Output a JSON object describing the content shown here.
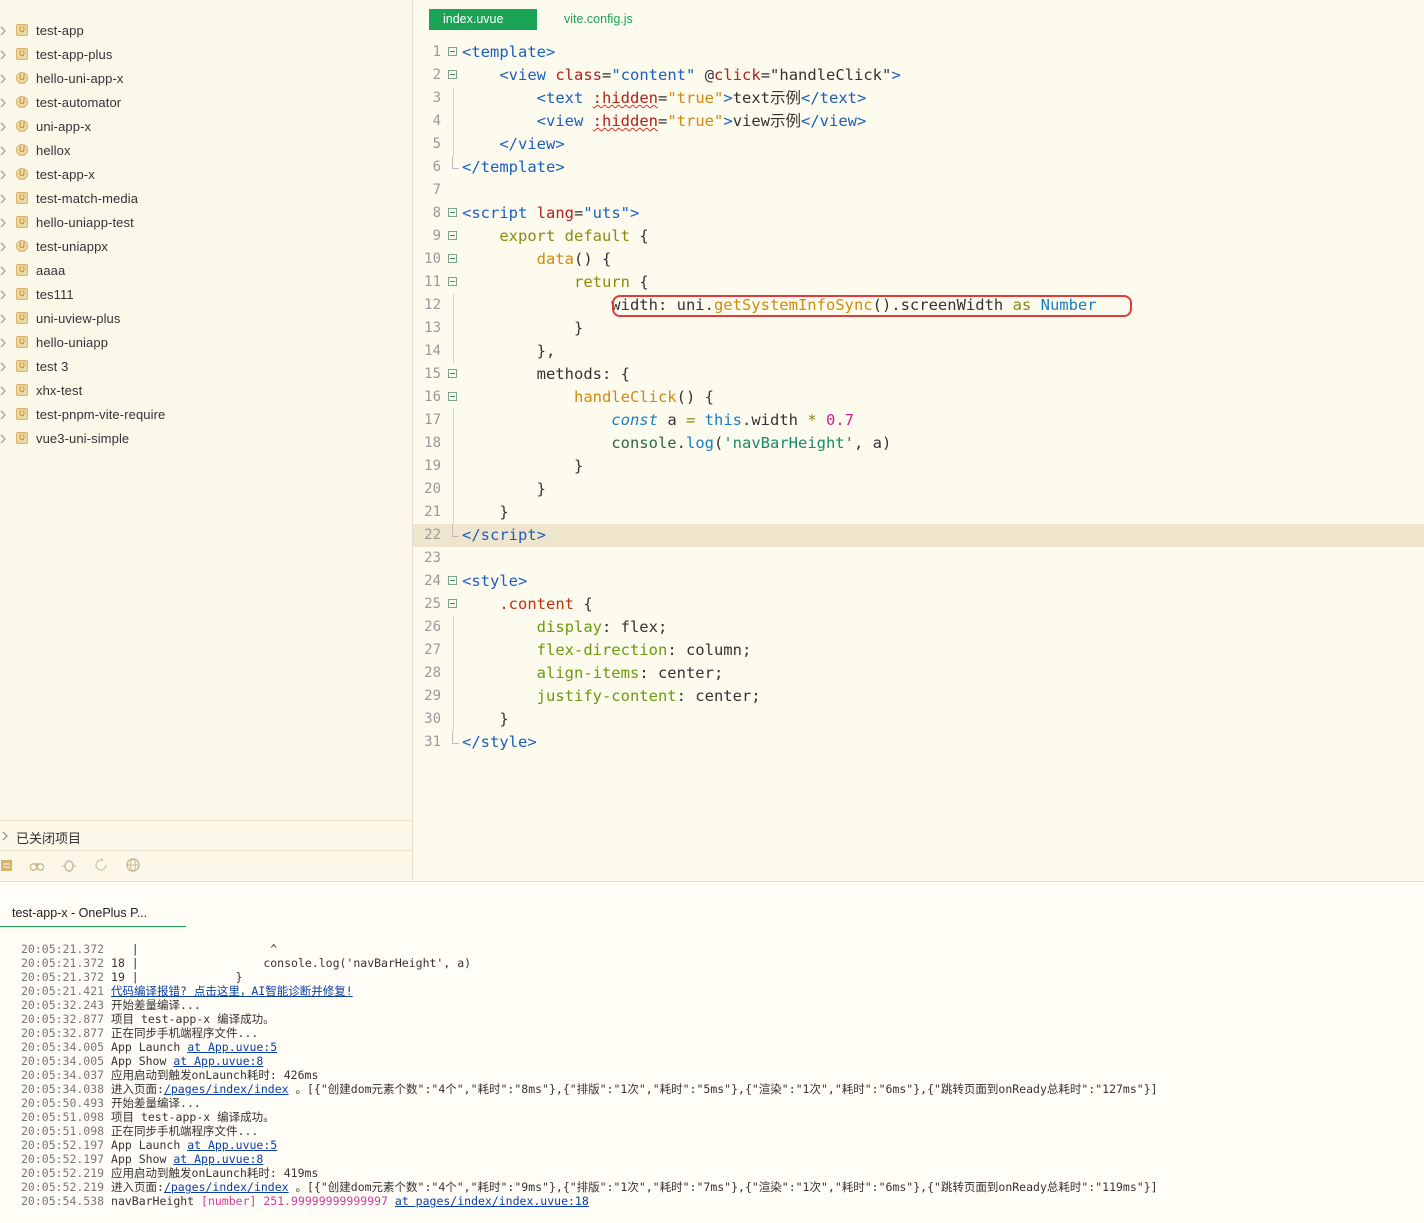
{
  "sidebar": {
    "projects": [
      {
        "label": "test-app",
        "icon": "square"
      },
      {
        "label": "test-app-plus",
        "icon": "square"
      },
      {
        "label": "hello-uni-app-x",
        "icon": "round"
      },
      {
        "label": "test-automator",
        "icon": "round"
      },
      {
        "label": "uni-app-x",
        "icon": "round"
      },
      {
        "label": "hellox",
        "icon": "round"
      },
      {
        "label": "test-app-x",
        "icon": "round"
      },
      {
        "label": "test-match-media",
        "icon": "square"
      },
      {
        "label": "hello-uniapp-test",
        "icon": "square"
      },
      {
        "label": "test-uniappx",
        "icon": "round"
      },
      {
        "label": "aaaa",
        "icon": "square"
      },
      {
        "label": "tes111",
        "icon": "square"
      },
      {
        "label": "uni-uview-plus",
        "icon": "square"
      },
      {
        "label": "hello-uniapp",
        "icon": "square"
      },
      {
        "label": "test 3",
        "icon": "square"
      },
      {
        "label": "xhx-test",
        "icon": "square"
      },
      {
        "label": "test-pnpm-vite-require",
        "icon": "square"
      },
      {
        "label": "vue3-uni-simple",
        "icon": "square"
      }
    ],
    "closed_projects_label": "已关闭项目"
  },
  "editor": {
    "tabs": [
      {
        "label": "index.uvue",
        "active": true
      },
      {
        "label": "vite.config.js",
        "active": false
      }
    ],
    "line_numbers": [
      "1",
      "2",
      "3",
      "4",
      "5",
      "6",
      "7",
      "8",
      "9",
      "10",
      "11",
      "12",
      "13",
      "14",
      "15",
      "16",
      "17",
      "18",
      "19",
      "20",
      "21",
      "22",
      "23",
      "24",
      "25",
      "26",
      "27",
      "28",
      "29",
      "30",
      "31"
    ]
  },
  "console": {
    "tab_label": "test-app-x - OnePlus P...",
    "lines": [
      [
        "20:05:21.372",
        "    |                   ^"
      ],
      [
        "20:05:21.372",
        " 18 |                  console.log('navBarHeight', a)"
      ],
      [
        "20:05:21.372",
        " 19 |              }"
      ],
      [
        "20:05:21.421",
        " ",
        "代码编译报错? 点击这里，AI智能诊断并修复!"
      ],
      [
        "20:05:32.243",
        " 开始差量编译..."
      ],
      [
        "20:05:32.877",
        " 项目 test-app-x 编译成功。"
      ],
      [
        "20:05:32.877",
        " 正在同步手机端程序文件..."
      ],
      [
        "20:05:34.005",
        " App Launch ",
        "at App.uvue:5"
      ],
      [
        "20:05:34.005",
        " App Show ",
        "at App.uvue:8"
      ],
      [
        "20:05:34.037",
        " 应用启动到触发onLaunch耗时: 426ms"
      ],
      [
        "20:05:34.038",
        " 进入页面:",
        "/pages/index/index",
        " 。[{\"创建dom元素个数\":\"4个\",\"耗时\":\"8ms\"},{\"排版\":\"1次\",\"耗时\":\"5ms\"},{\"渲染\":\"1次\",\"耗时\":\"6ms\"},{\"跳转页面到onReady总耗时\":\"127ms\"}]"
      ],
      [
        "20:05:50.493",
        " 开始差量编译..."
      ],
      [
        "20:05:51.098",
        " 项目 test-app-x 编译成功。"
      ],
      [
        "20:05:51.098",
        " 正在同步手机端程序文件..."
      ],
      [
        "20:05:52.197",
        " App Launch ",
        "at App.uvue:5"
      ],
      [
        "20:05:52.197",
        " App Show ",
        "at App.uvue:8"
      ],
      [
        "20:05:52.219",
        " 应用启动到触发onLaunch耗时: 419ms"
      ],
      [
        "20:05:52.219",
        " 进入页面:",
        "/pages/index/index",
        " 。[{\"创建dom元素个数\":\"4个\",\"耗时\":\"9ms\"},{\"排版\":\"1次\",\"耗时\":\"7ms\"},{\"渲染\":\"1次\",\"耗时\":\"6ms\"},{\"跳转页面到onReady总耗时\":\"119ms\"}]"
      ],
      [
        "20:05:54.538",
        " navBarHeight ",
        "[number] 251.99999999999997",
        " ",
        "at pages/index/index.uvue:18"
      ]
    ]
  }
}
